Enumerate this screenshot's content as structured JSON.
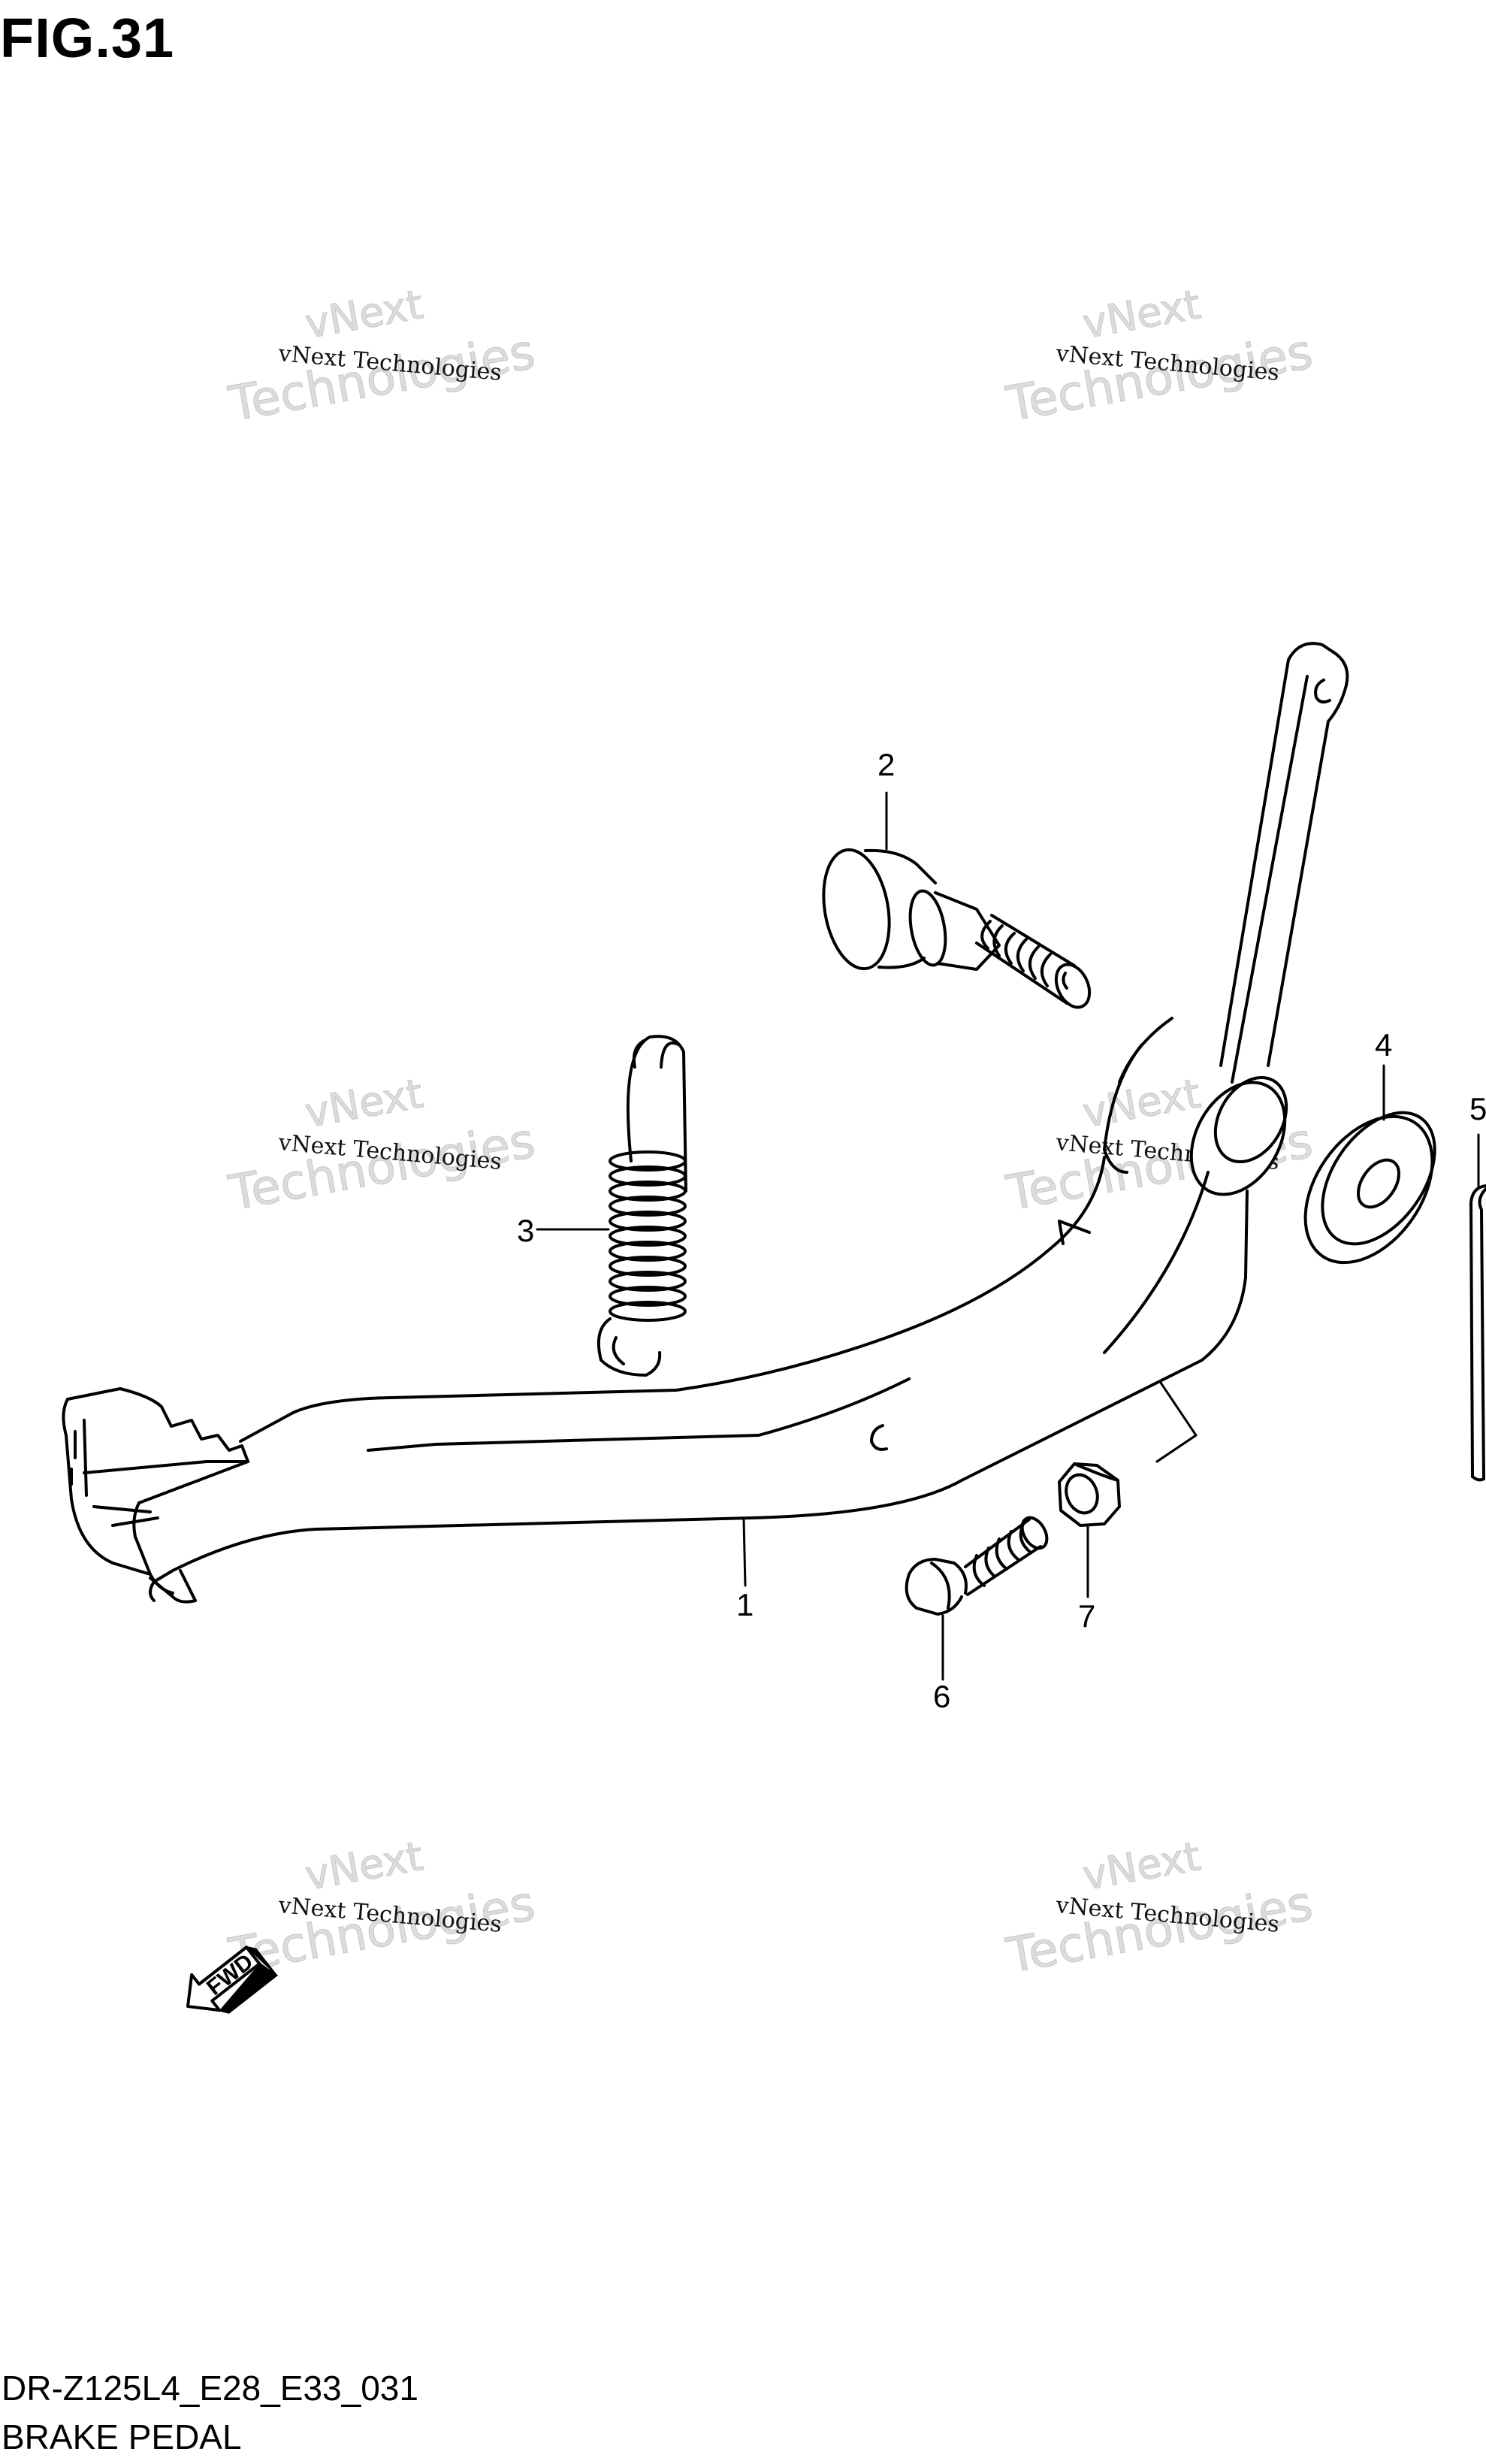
{
  "figure": {
    "title": "FIG.31",
    "model_code": "DR-Z125L4_E28_E33_031",
    "name": "BRAKE PEDAL"
  },
  "callouts": [
    {
      "id": "1",
      "label": "1",
      "part": "brake-pedal"
    },
    {
      "id": "2",
      "label": "2",
      "part": "pivot-shaft"
    },
    {
      "id": "3",
      "label": "3",
      "part": "return-spring"
    },
    {
      "id": "4",
      "label": "4",
      "part": "washer"
    },
    {
      "id": "5",
      "label": "5",
      "part": "pin"
    },
    {
      "id": "6",
      "label": "6",
      "part": "bolt"
    },
    {
      "id": "7",
      "label": "7",
      "part": "nut"
    }
  ],
  "direction_marker": {
    "label": "FWD"
  },
  "watermark": {
    "line1": "vNext Technologies",
    "big_a": "vNext",
    "big_b": "Technologies",
    "color": "#c8c8c8"
  },
  "colors": {
    "line": "#000000",
    "background": "#ffffff"
  }
}
